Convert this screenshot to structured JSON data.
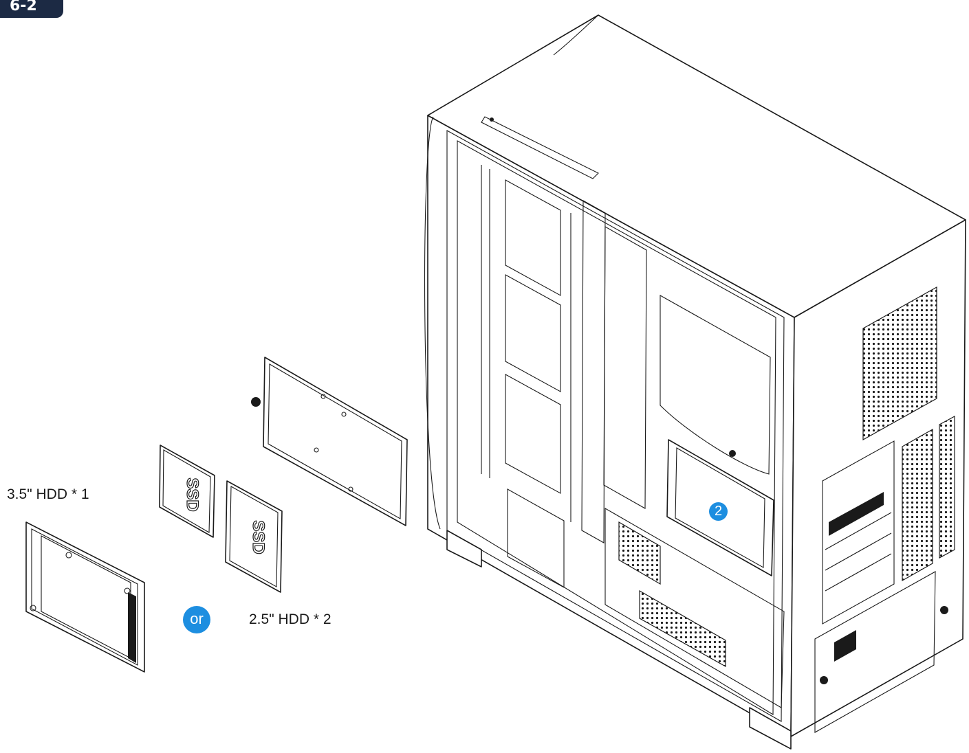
{
  "step_label": "6-2",
  "labels": {
    "hdd35": "3.5\" HDD * 1",
    "hdd25": "2.5\" HDD * 2",
    "or_badge": "or",
    "step_badge": "2"
  },
  "drive_text": {
    "ssd_1": "SSD",
    "ssd_2": "SSD"
  },
  "colors": {
    "accent_blue": "#1d8ee0",
    "step_tab": "#1c2a44",
    "line": "#1a1a1a"
  }
}
